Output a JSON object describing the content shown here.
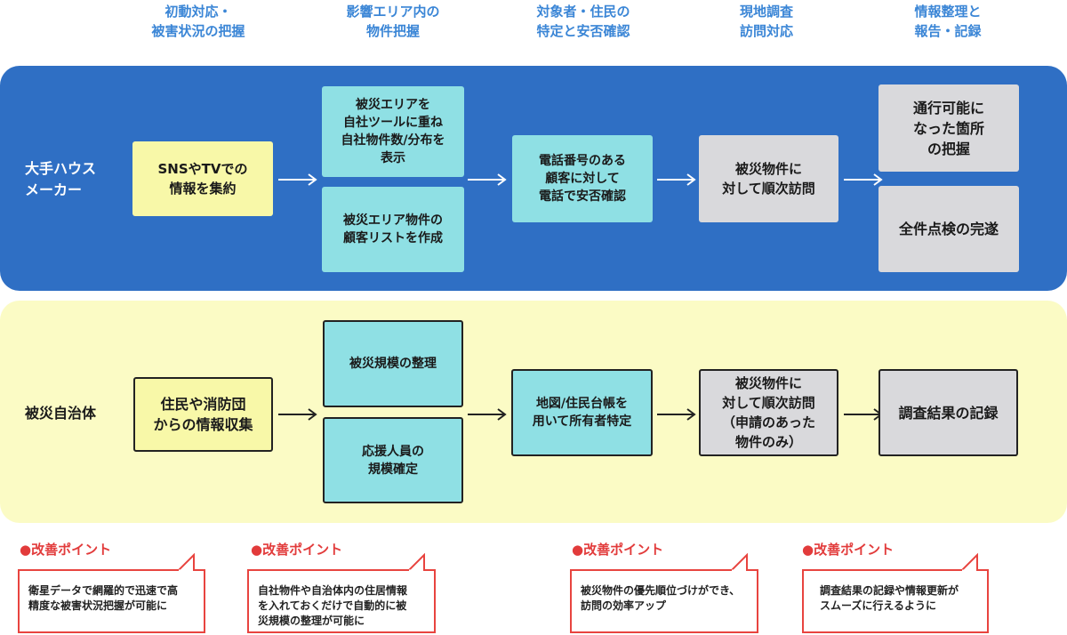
{
  "headers": [
    "初動対応・\n被害状況の把握",
    "影響エリア内の\n物件把握",
    "対象者・住民の\n特定と安否確認",
    "現地調査\n訪問対応",
    "情報整理と\n報告・記録"
  ],
  "rows": {
    "maker": {
      "label": "大手ハウス\nメーカー",
      "step1": "SNSやTVでの\n情報を集約",
      "step2a": "被災エリアを\n自社ツールに重ね\n自社物件数/分布を\n表示",
      "step2b": "被災エリア物件の\n顧客リストを作成",
      "step3": "電話番号のある\n顧客に対して\n電話で安否確認",
      "step4": "被災物件に\n対して順次訪問",
      "step5a": "通行可能に\nなった箇所\nの把握",
      "step5b": "全件点検の完遂"
    },
    "municipality": {
      "label": "被災自治体",
      "step1": "住民や消防団\nからの情報収集",
      "step2a": "被災規模の整理",
      "step2b": "応援人員の\n規模確定",
      "step3": "地図/住民台帳を\n用いて所有者特定",
      "step4": "被災物件に\n対して順次訪問\n（申請のあった\n物件のみ）",
      "step5": "調査結果の記録"
    }
  },
  "points": [
    {
      "title": "●改善ポイント",
      "text": "衛星データで網羅的で迅速で高\n精度な被害状況把握が可能に"
    },
    {
      "title": "●改善ポイント",
      "text": "自社物件や自治体内の住居情報\nを入れておくだけで自動的に被\n災規模の整理が可能に"
    },
    {
      "title": "●改善ポイント",
      "text": "被災物件の優先順位づけができ、\n訪問の効率アップ"
    },
    {
      "title": "●改善ポイント",
      "text": "調査結果の記録や情報更新が\nスムーズに行えるように"
    }
  ],
  "colors": {
    "header": "#3b86d6",
    "band_blue": "#2f6fc4",
    "band_yellow": "#fbfbc5",
    "box_yellow": "#f8f8a8",
    "box_cyan": "#8fe0e4",
    "box_gray": "#d9d9dc",
    "point_red": "#e23b3b"
  },
  "icons": {
    "arrow": "right-arrow-icon"
  }
}
